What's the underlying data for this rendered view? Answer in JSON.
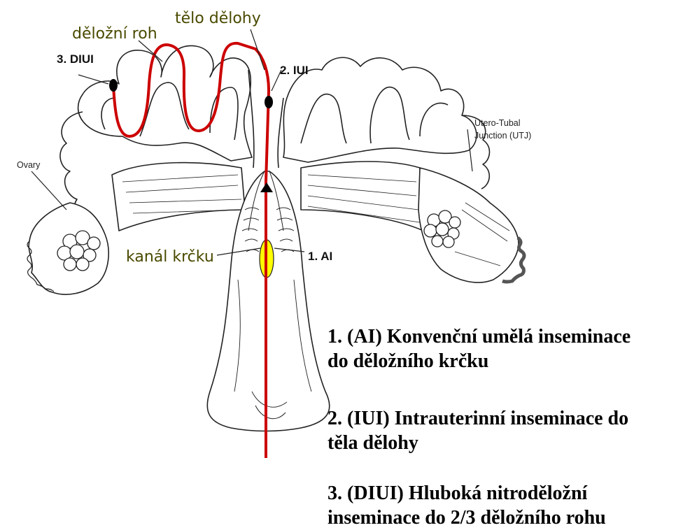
{
  "labels": {
    "uterine_body": "tělo dělohy",
    "uterine_horn": "děložní roh",
    "cervical_canal": "kanál krčku",
    "ovary": "Ovary",
    "utj_line1": "Utero-Tubal",
    "utj_line2": "Junction (UTJ)",
    "site_diui": "3. DIUI",
    "site_iui": "2. IUI",
    "site_ai": "1. AI"
  },
  "legend": [
    {
      "line1": "1. (AI) Konvenční umělá inseminace",
      "line2": "do děložního krčku"
    },
    {
      "line1": "2. (IUI) Intrauterinní inseminace do",
      "line2": "těla dělohy"
    },
    {
      "line1": "3. (DIUI) Hluboká nitroděložní",
      "line2": "inseminace do 2/3 děložního rohu"
    }
  ],
  "colors": {
    "catheter": "#cc0000",
    "cervix_mark": "#ffff00",
    "outline": "#222222",
    "label_text": "#4a4a00"
  }
}
